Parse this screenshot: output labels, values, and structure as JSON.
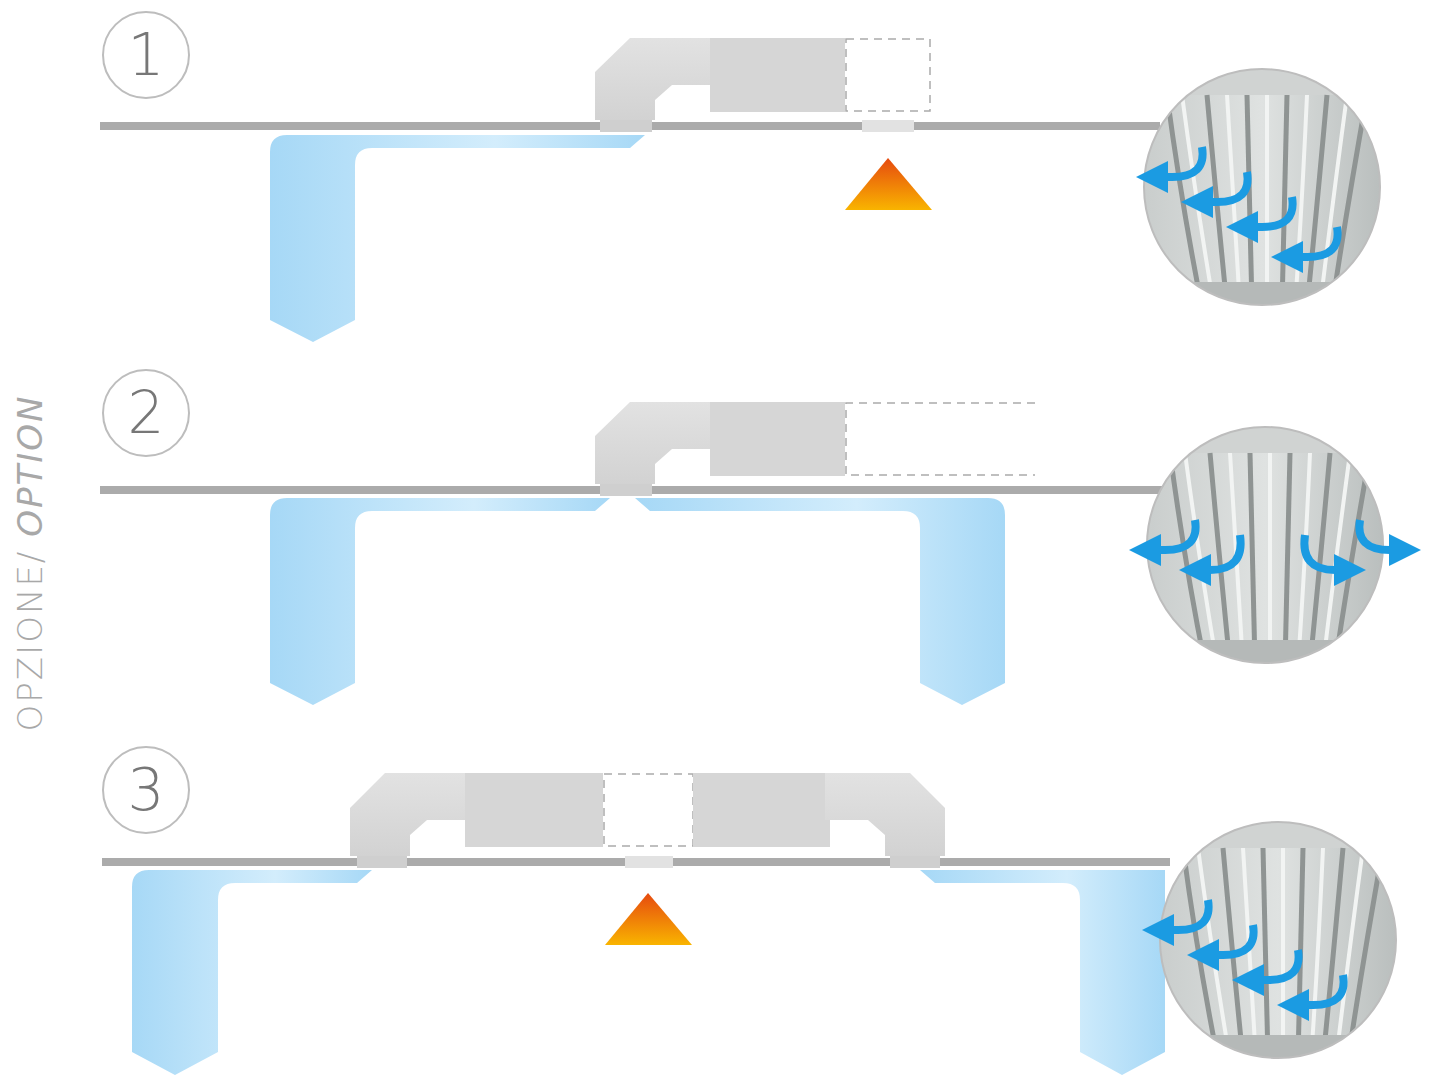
{
  "diagram": {
    "nodes": [
      {
        "text": [
          "1"
        ]
      },
      {
        "text": [
          "2"
        ]
      },
      {
        "text": [
          "3"
        ]
      }
    ],
    "labels": [
      "OPZIONE/",
      "OPTION"
    ]
  }
}
